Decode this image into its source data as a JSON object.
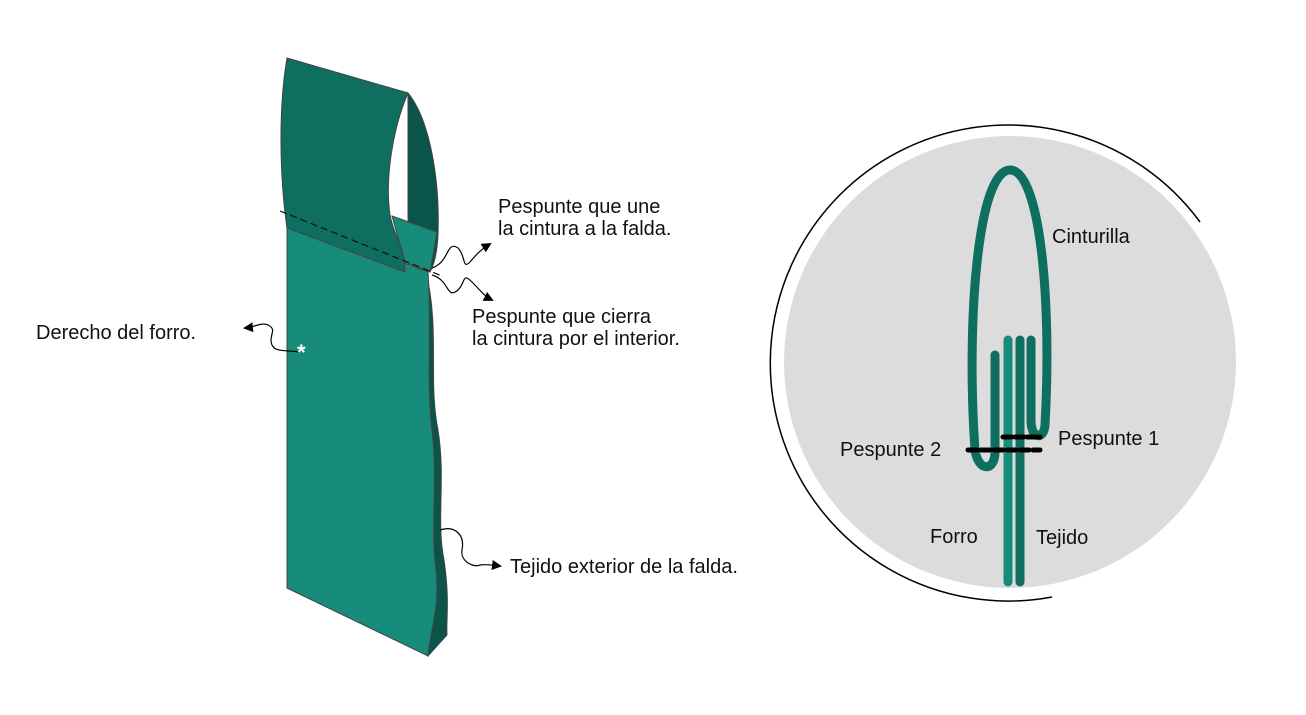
{
  "left_figure": {
    "stitch_join_label_1": "Pespunte que une",
    "stitch_join_label_2": "la cintura a la falda.",
    "stitch_close_label_1": "Pespunte que cierra",
    "stitch_close_label_2": "la cintura por el interior.",
    "lining_label": "Derecho del forro.",
    "outer_label": "Tejido exterior de la falda.",
    "asterisk": "*"
  },
  "right_figure": {
    "waistband_label": "Cinturilla",
    "stitch1_label": "Pespunte 1",
    "stitch2_label": "Pespunte 2",
    "lining_label": "Forro",
    "fabric_label": "Tejido"
  },
  "colors": {
    "lining": "#178c7a",
    "waistband": "#0e6e60",
    "outer": "#0b5449",
    "circle": "#dcdcdc"
  }
}
